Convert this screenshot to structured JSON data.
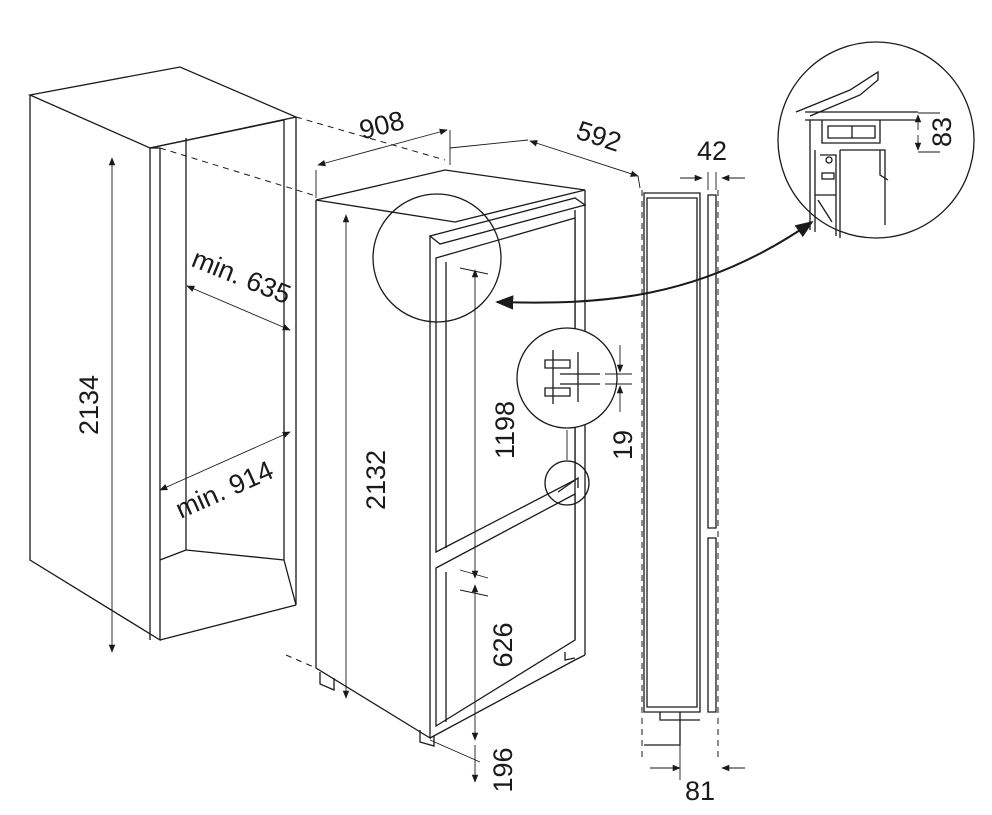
{
  "diagram": {
    "dimensions": {
      "niche_height": "2134",
      "niche_depth": "min. 635",
      "niche_width": "min. 914",
      "total_width": "908",
      "depth": "592",
      "appliance_height": "2132",
      "upper_door_height": "1198",
      "lower_door_height": "626",
      "bottom_offset": "196",
      "hinge_gap": "19",
      "panel_thickness": "42",
      "top_detail_height": "83",
      "bottom_offset_side": "81"
    },
    "colors": {
      "line": "#1a1a1a",
      "background": "#ffffff"
    }
  }
}
